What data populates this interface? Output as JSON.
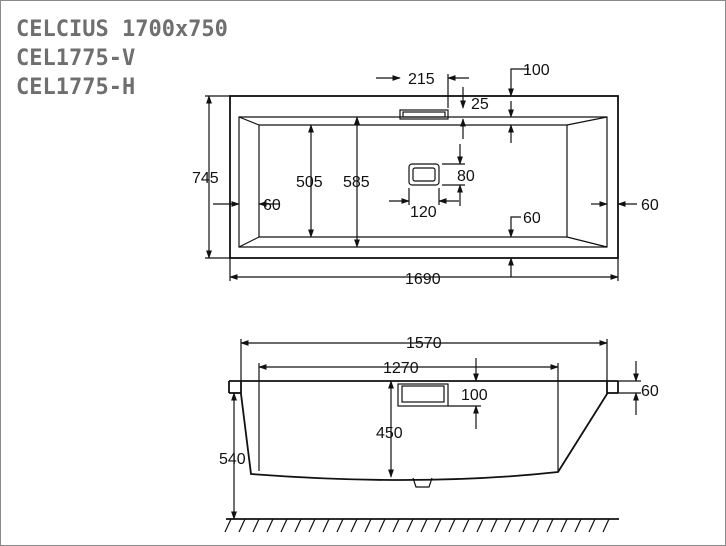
{
  "header": {
    "model": "CELCIUS 1700x750",
    "code_v": "CEL1775-V",
    "code_h": "CEL1775-H"
  },
  "top_view": {
    "width_745": "745",
    "d_505": "505",
    "d_585": "585",
    "left_60": "60",
    "right_60": "60",
    "d_215": "215",
    "d_100": "100",
    "d_25": "25",
    "d_80": "80",
    "d_120": "120",
    "bottom_60": "60",
    "length_1690": "1690"
  },
  "side_view": {
    "top_1570": "1570",
    "inner_1270": "1270",
    "d_100": "100",
    "rim_60": "60",
    "depth_450": "450",
    "height_540": "540"
  }
}
